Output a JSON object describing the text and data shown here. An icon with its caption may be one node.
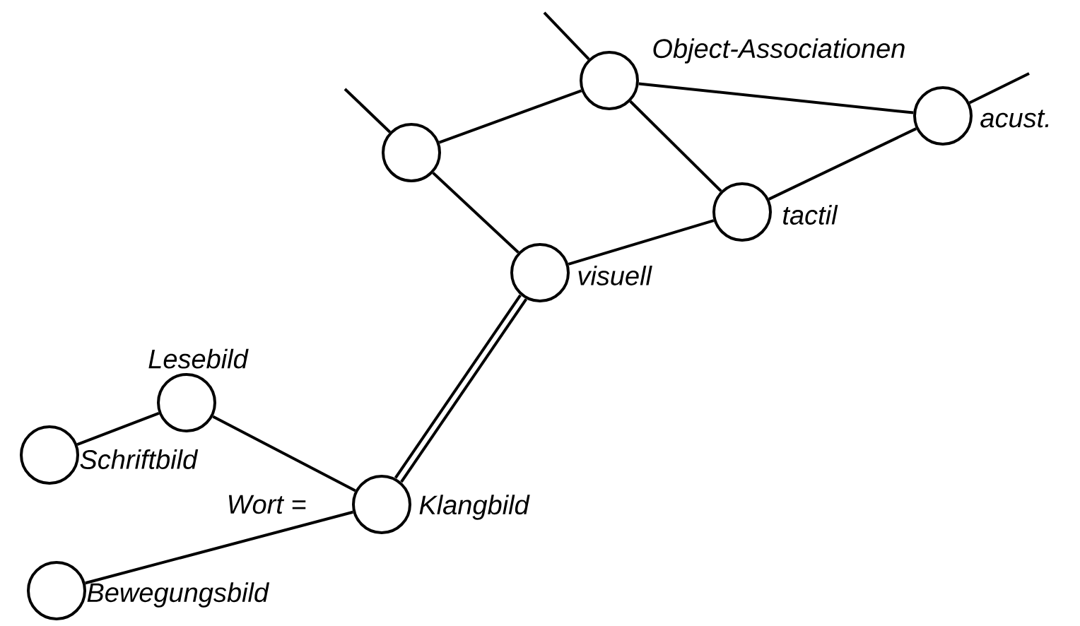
{
  "diagram": {
    "nodes": [
      {
        "text": [],
        "shape": "circle",
        "beside": [
          "Object-Associationen"
        ]
      },
      {
        "text": [],
        "shape": "circle"
      },
      {
        "text": [],
        "shape": "circle",
        "beside": [
          "acust."
        ]
      },
      {
        "text": [],
        "shape": "circle",
        "beside": [
          "tactil"
        ]
      },
      {
        "text": [],
        "shape": "circle",
        "beside": [
          "visuell"
        ]
      },
      {
        "text": [],
        "shape": "circle",
        "beside": [
          "Lesebild"
        ]
      },
      {
        "text": [],
        "shape": "circle",
        "beside": [
          "Schriftbild"
        ]
      },
      {
        "text": [],
        "shape": "circle",
        "beside": [
          "Wort =",
          "Klangbild"
        ]
      },
      {
        "text": [],
        "shape": "circle",
        "beside": [
          "Bewegungsbild"
        ]
      }
    ],
    "edges": [
      {
        "from": null,
        "to": 0,
        "arrow": "none"
      },
      {
        "from": null,
        "to": 1,
        "arrow": "none"
      },
      {
        "from": 2,
        "to": null,
        "arrow": "none"
      },
      {
        "from": 1,
        "to": 0,
        "arrow": "none"
      },
      {
        "from": 0,
        "to": 2,
        "arrow": "none"
      },
      {
        "from": 0,
        "to": 3,
        "arrow": "none"
      },
      {
        "from": 1,
        "to": 4,
        "arrow": "none"
      },
      {
        "from": 4,
        "to": 3,
        "arrow": "none"
      },
      {
        "from": 3,
        "to": 2,
        "arrow": "none"
      },
      {
        "from": 4,
        "to": 7,
        "arrow": "none",
        "style": "thick"
      },
      {
        "from": 6,
        "to": 5,
        "arrow": "none"
      },
      {
        "from": 5,
        "to": 7,
        "arrow": "none"
      },
      {
        "from": 8,
        "to": 7,
        "arrow": "none"
      }
    ]
  }
}
